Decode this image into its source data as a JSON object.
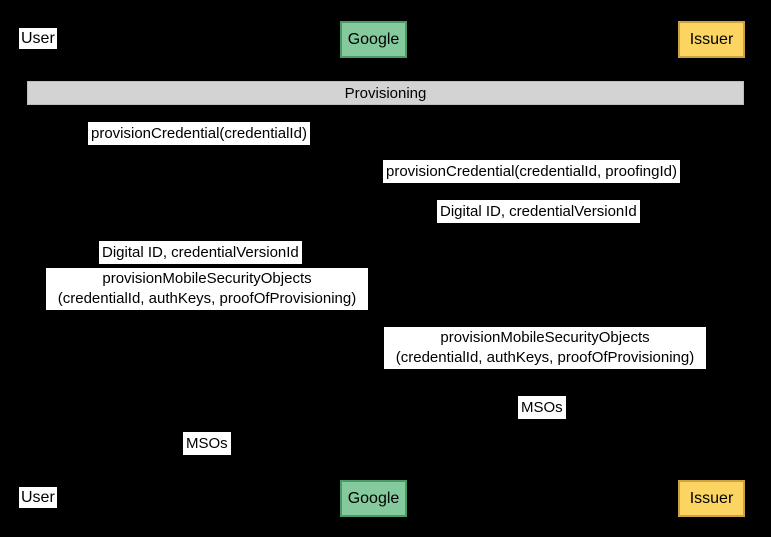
{
  "colors": {
    "background": "#000000",
    "text": "#000000",
    "label_bg": "#ffffff",
    "google_fill": "#85ca9c",
    "google_border": "#4c9a67",
    "issuer_fill": "#fcd462",
    "issuer_border": "#cda342",
    "phase_fill": "#d3d3d3",
    "phase_border": "#bdbdbd"
  },
  "actors": {
    "user": {
      "label": "User"
    },
    "google": {
      "label": "Google"
    },
    "issuer": {
      "label": "Issuer"
    }
  },
  "phase": {
    "label": "Provisioning"
  },
  "messages": [
    {
      "text": "provisionCredential(credentialId)"
    },
    {
      "text": "provisionCredential(credentialId, proofingId)"
    },
    {
      "text": "Digital ID, credentialVersionId"
    },
    {
      "text": "Digital ID, credentialVersionId"
    },
    {
      "text": "provisionMobileSecurityObjects\n(credentialId, authKeys, proofOfProvisioning)"
    },
    {
      "text": "provisionMobileSecurityObjects\n(credentialId, authKeys, proofOfProvisioning)"
    },
    {
      "text": "MSOs"
    },
    {
      "text": "MSOs"
    }
  ]
}
